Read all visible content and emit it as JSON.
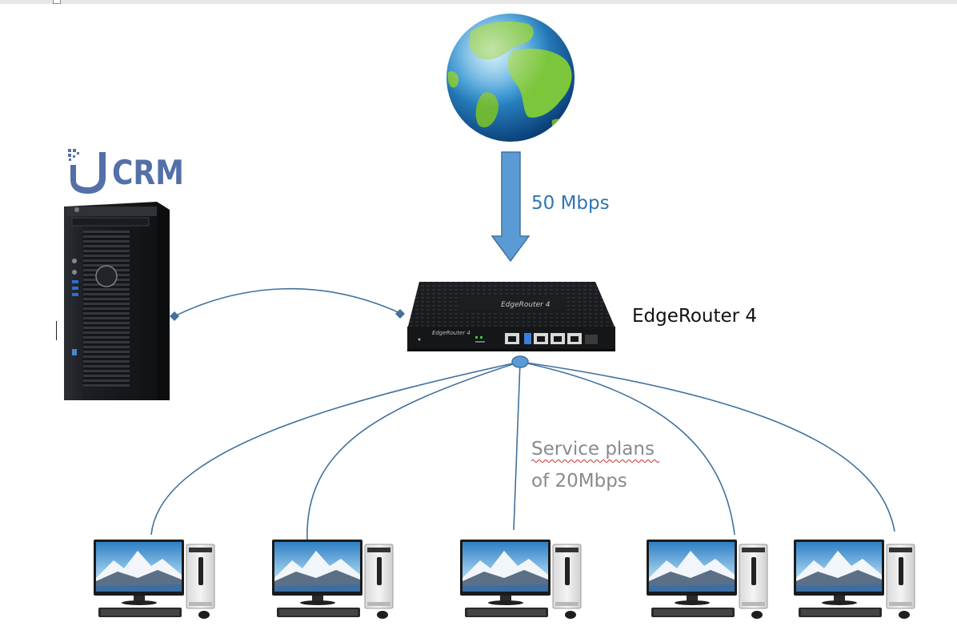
{
  "labels": {
    "bandwidth": "50 Mbps",
    "router_name": "EdgeRouter 4",
    "service_plans_line1": "Service plans",
    "service_plans_line2": "of 20Mbps"
  },
  "logo": {
    "text": "CRM"
  },
  "router_panel": {
    "brand": "EdgeRouter 4"
  },
  "colors": {
    "arrow": "#5b9bd5",
    "arrow_border": "#41719c",
    "link": "#41719c",
    "bandwidth_text": "#2e75b6",
    "router_text": "#111111",
    "plans_text": "#8a8a8a",
    "logo": "#5470a8"
  },
  "icons": [
    "globe-icon",
    "server-tower-icon",
    "router-icon",
    "desktop-computer-icon",
    "crm-logo-icon"
  ]
}
